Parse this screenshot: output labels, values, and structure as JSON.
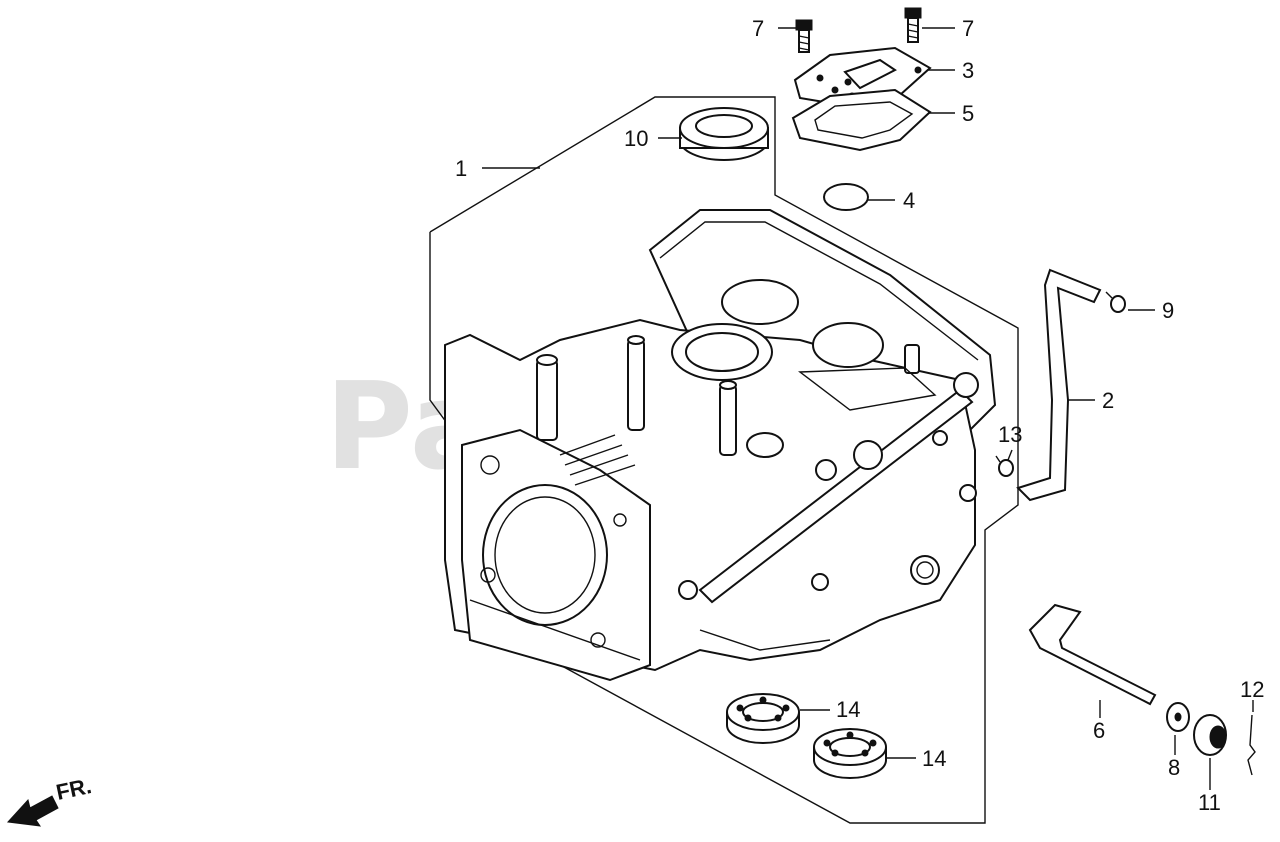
{
  "watermark": "PartsTree",
  "direction_label": "FR.",
  "callouts": {
    "c1": "1",
    "c2": "2",
    "c3": "3",
    "c4": "4",
    "c5": "5",
    "c6": "6",
    "c7a": "7",
    "c7b": "7",
    "c8": "8",
    "c9": "9",
    "c10": "10",
    "c11": "11",
    "c12": "12",
    "c13": "13",
    "c14a": "14",
    "c14b": "14"
  }
}
